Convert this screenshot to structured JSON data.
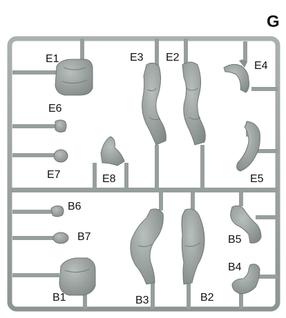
{
  "sprue": {
    "letter": "G",
    "colors": {
      "background": "#ffffff",
      "plastic": "#9aa2a0",
      "plastic_dark": "#7e8684",
      "plastic_light": "#b4bbb9",
      "label": "#111111"
    },
    "parts": [
      {
        "code": "E1",
        "shape": "torso"
      },
      {
        "code": "E2",
        "shape": "leg"
      },
      {
        "code": "E3",
        "shape": "leg"
      },
      {
        "code": "E4",
        "shape": "arm"
      },
      {
        "code": "E5",
        "shape": "arm"
      },
      {
        "code": "E6",
        "shape": "hand"
      },
      {
        "code": "E7",
        "shape": "head"
      },
      {
        "code": "E8",
        "shape": "hand"
      },
      {
        "code": "B1",
        "shape": "torso"
      },
      {
        "code": "B2",
        "shape": "leg"
      },
      {
        "code": "B3",
        "shape": "leg"
      },
      {
        "code": "B4",
        "shape": "arm"
      },
      {
        "code": "B5",
        "shape": "arm"
      },
      {
        "code": "B6",
        "shape": "hand"
      },
      {
        "code": "B7",
        "shape": "head"
      }
    ]
  }
}
